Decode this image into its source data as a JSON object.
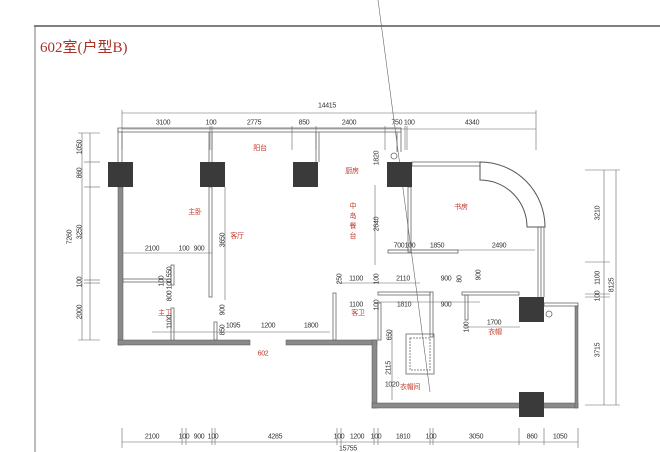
{
  "title": "602室(户型B)",
  "rooms": {
    "balcony": "阳台",
    "kitchen": "厨房",
    "master_bedroom": "主卧",
    "living_room": "客厅",
    "island_dining": "中岛餐台",
    "study": "书房",
    "master_bath": "主卫",
    "guest_bath": "客卫",
    "wardrobe": "衣帽",
    "walk_in_closet": "衣帽间",
    "unit_number": "602"
  },
  "dims_top": {
    "total": "14415",
    "segments": [
      "3100",
      "100",
      "2775",
      "850",
      "2400",
      "750 100",
      "4340"
    ]
  },
  "dims_left": {
    "total": "7260",
    "segments": [
      "1050",
      "860",
      "3250",
      "100",
      "2000"
    ]
  },
  "dims_right": {
    "total": "8125",
    "segments": [
      "3210",
      "1100",
      "100",
      "3715"
    ]
  },
  "dims_bottom": {
    "total": "15755",
    "segments": [
      "2100",
      "100",
      "900",
      "100",
      "4285",
      "100",
      "1200",
      "100",
      "1810",
      "100",
      "3050",
      "860",
      "1050"
    ]
  },
  "dims_interior": [
    "2100",
    "100",
    "900",
    "3650",
    "550",
    "100",
    "100",
    "800",
    "1100",
    "900",
    "850",
    "1095",
    "1200",
    "1800",
    "1820",
    "2640",
    "700",
    "100",
    "1850",
    "2490",
    "250",
    "1100",
    "100",
    "2110",
    "900",
    "80",
    "1100",
    "100",
    "1810",
    "900",
    "1700",
    "2115",
    "1020",
    "650",
    "900",
    "100"
  ]
}
